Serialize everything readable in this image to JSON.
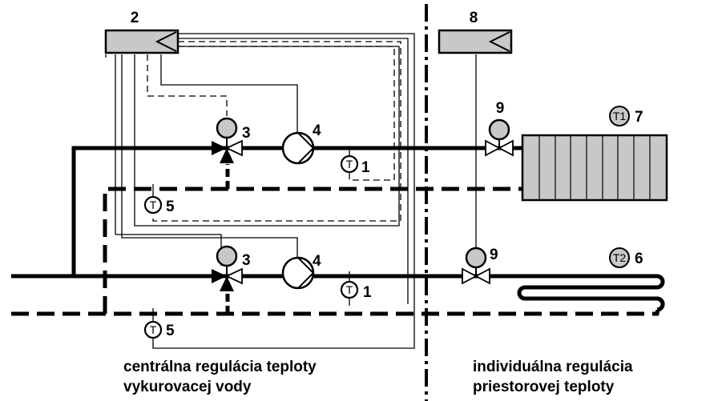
{
  "diagram": {
    "type": "heating-control-schematic",
    "colors": {
      "line": "#000000",
      "component_fill": "#c8c8c8",
      "background": "#ffffff"
    },
    "labels": {
      "sensor_flow_top": "1",
      "sensor_flow_bottom": "1",
      "controller_central": "2",
      "mixing_valve_top": "3",
      "mixing_valve_bottom": "3",
      "pump_top": "4",
      "pump_bottom": "4",
      "sensor_return_top": "5",
      "sensor_return_bottom": "5",
      "floor_heating": "6",
      "radiator": "7",
      "controller_individual": "8",
      "thermo_valve_top": "9",
      "thermo_valve_bottom": "9"
    },
    "sensor_glyphs": {
      "temperature": "T",
      "room_t1": "T1",
      "room_t2": "T2"
    },
    "captions": {
      "central_line1": "centrálna regulácia teploty",
      "central_line2": "vykurovacej vody",
      "individual_line1": "individuálna regulácia",
      "individual_line2": "priestorovej teploty"
    }
  }
}
